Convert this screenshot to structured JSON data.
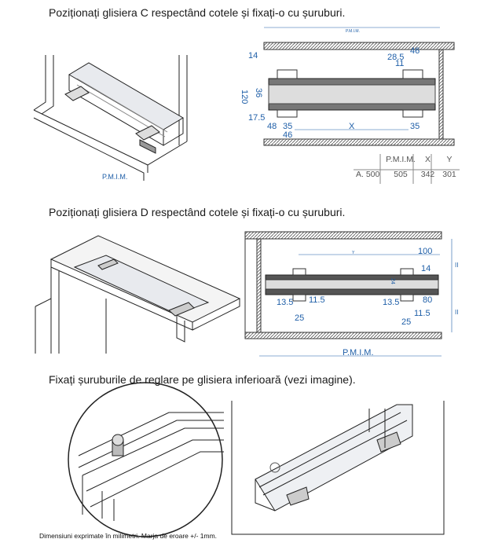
{
  "steps": [
    {
      "heading": "Poziționați glisiera C respectând cotele și fixați-o cu șuruburi.",
      "image_label": "P.M.I.M."
    },
    {
      "heading": "Poziționați glisiera D respectând cotele și fixați-o cu șuruburi."
    },
    {
      "heading": "Fixați șuruburile de reglare pe glisiera inferioară (vezi imagine)."
    }
  ],
  "diagram_c": {
    "top_label": "P.M.I.M.",
    "dims": [
      "14",
      "28.5",
      "46",
      "11",
      "120",
      "36",
      "17.5",
      "48",
      "35",
      "46",
      "X",
      "35"
    ]
  },
  "table": {
    "headers": [
      "",
      "P.M.I.M.",
      "X",
      "Y"
    ],
    "rows": [
      [
        "A. 500",
        "505",
        "342",
        "301"
      ]
    ]
  },
  "diagram_d": {
    "bottom_label": "P.M.I.M.",
    "dims": [
      "Y",
      "100",
      "14",
      "24",
      "13.5",
      "11.5",
      "25",
      "13.5",
      "80",
      "11.5",
      "25",
      "II",
      "II"
    ]
  },
  "footer": "Dimensiuni exprimate în milimetri. Marja de eroare +/- 1mm."
}
